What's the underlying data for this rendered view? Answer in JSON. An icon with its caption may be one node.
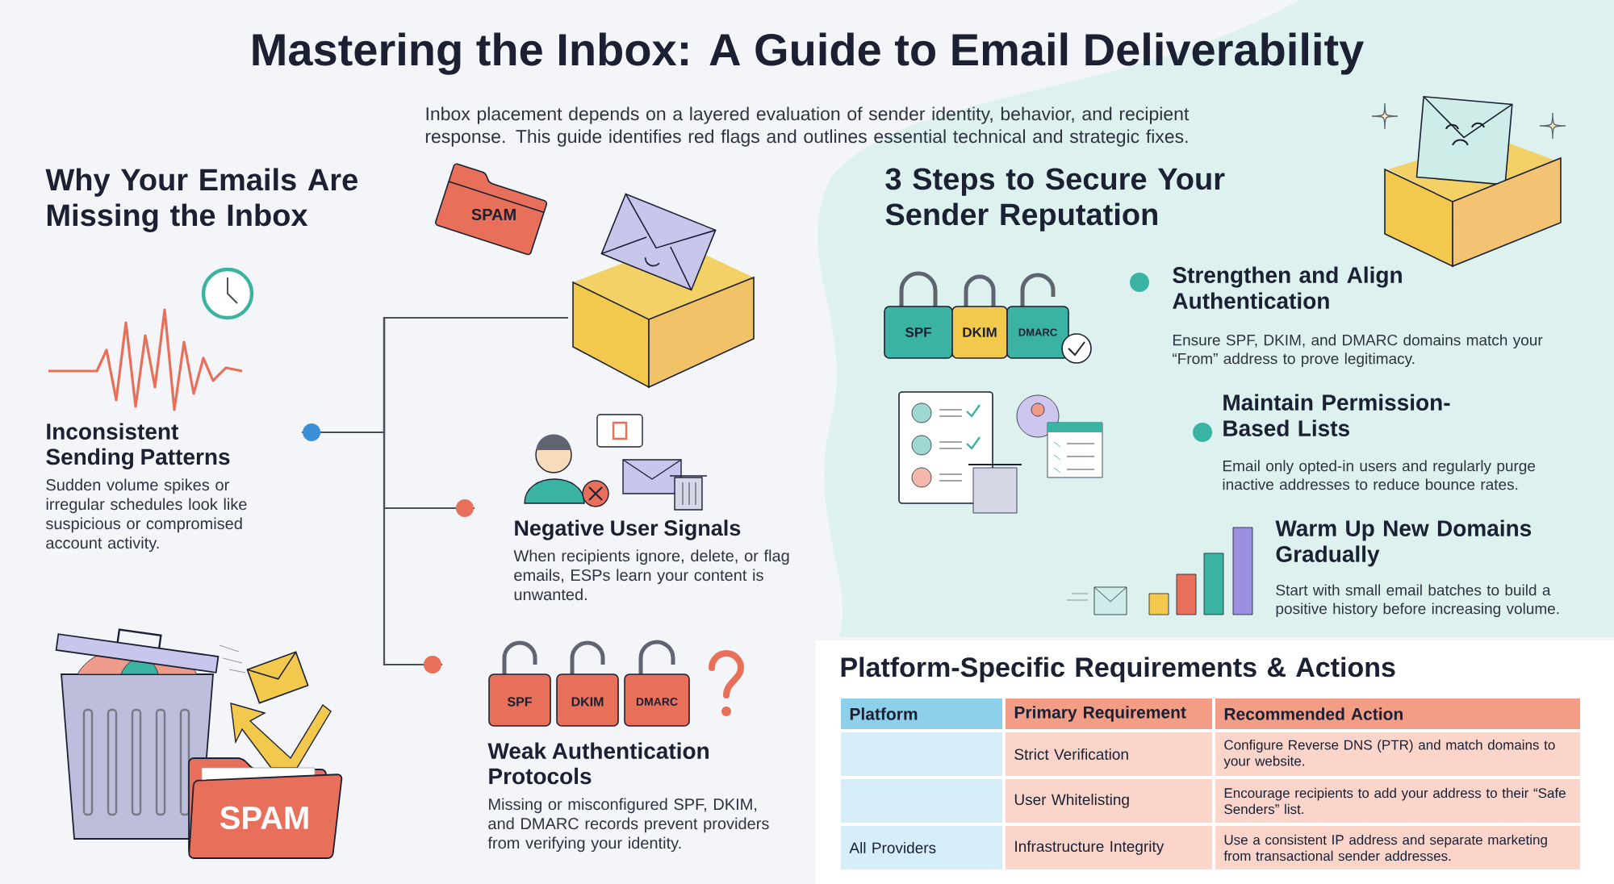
{
  "diagram": {
    "title": "Mastering the Inbox: A Guide to Email Deliverability",
    "nodes": [
      {
        "text": [],
        "shape": "picture"
      },
      {
        "text": [
          "Inconsistent Sending Patterns",
          "Sudden volume spikes or irregular schedules look like suspicious or compromised account activity."
        ]
      },
      {
        "text": [
          "Negative User Signals",
          "When recipients ignore, delete, or flag emails, ESPs learn your content is unwanted."
        ]
      },
      {
        "text": [
          "Weak Authentication Protocols",
          "Missing or misconfigured SPF, DKIM, and DMARC records prevent providers from verifying your identity."
        ]
      }
    ],
    "edges": [
      {
        "from": 0,
        "to": 1,
        "arrow": "other"
      },
      {
        "from": 0,
        "to": 2,
        "arrow": "other"
      },
      {
        "from": 0,
        "to": 3,
        "arrow": "other"
      }
    ],
    "labels": [
      "Inbox placement depends on a layered evaluation of sender identity, behavior, and recipient response. This guide identifies red flags and outlines essential technical and strategic fixes.",
      "Why Your Emails Are Missing the Inbox",
      "SPAM",
      "3 Steps to Secure Your Sender Reputation",
      "SPF",
      "DKIM",
      "DMARC",
      "Strengthen and Align Authentication",
      "Ensure SPF, DKIM, and DMARC domains match your “From” address to prove legitimacy.",
      "Maintain Permission-Based Lists",
      "Email only opted-in users and regularly purge inactive addresses to reduce bounce rates.",
      "Warm Up New Domains Gradually",
      "Start with small email batches to build a positive history before increasing volume.",
      "SPF",
      "DKIM",
      "DMARC",
      "SPAM",
      "Platform-Specific Requirements & Actions",
      "Platform",
      "Primary Requirement",
      "Recommended Action",
      "Strict Verification",
      "Configure Reverse DNS (PTR) and match domains to your website.",
      "User Whitelisting",
      "Encourage recipients to add your address to their “Safe Senders” list.",
      "All Providers",
      "Infrastructure Integrity",
      "Use a consistent IP address and separate marketing from transactional sender addresses."
    ]
  }
}
